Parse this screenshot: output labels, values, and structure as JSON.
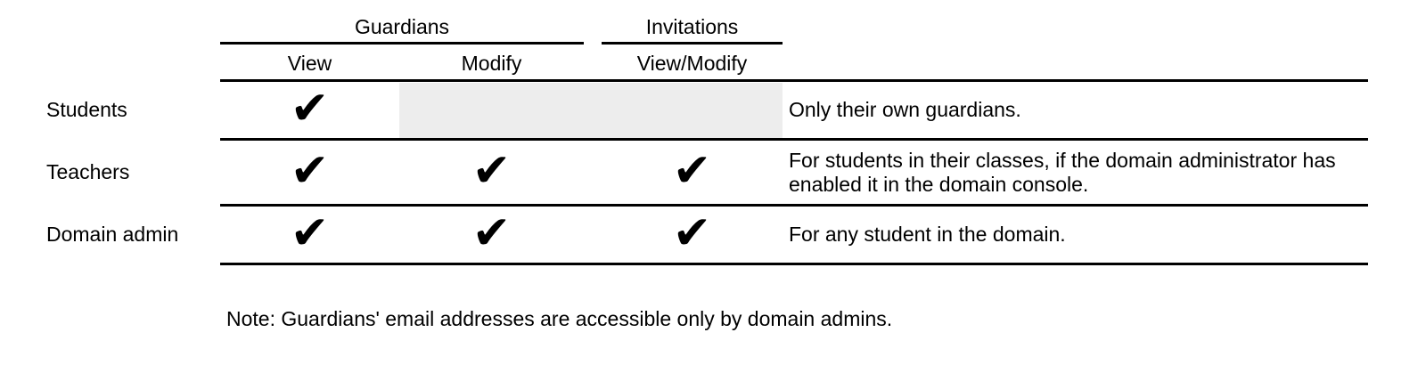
{
  "table": {
    "column_groups": [
      {
        "label": "Guardians",
        "subcolumns": [
          "View",
          "Modify"
        ]
      },
      {
        "label": "Invitations",
        "subcolumns": [
          "View/Modify"
        ]
      }
    ],
    "check_glyph": "✔",
    "rows": [
      {
        "label": "Students",
        "guardians_view": true,
        "guardians_modify": false,
        "invitations_view_modify": false,
        "disabled_cells_shaded": true,
        "note": "Only their own guardians."
      },
      {
        "label": "Teachers",
        "guardians_view": true,
        "guardians_modify": true,
        "invitations_view_modify": true,
        "disabled_cells_shaded": false,
        "note": "For students in their classes, if the domain administrator has enabled it in the domain console."
      },
      {
        "label": "Domain admin",
        "guardians_view": true,
        "guardians_modify": true,
        "invitations_view_modify": true,
        "disabled_cells_shaded": false,
        "note": "For any student in the domain."
      }
    ]
  },
  "footnote": "Note: Guardians' email addresses are accessible only by domain admins.",
  "colors": {
    "text": "#000000",
    "rule": "#000000",
    "shaded_cell": "#ededed",
    "background": "#ffffff"
  }
}
